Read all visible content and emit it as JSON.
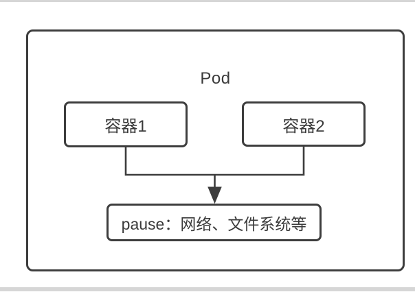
{
  "diagram": {
    "pod_label": "Pod",
    "nodes": {
      "container1": {
        "label": "容器1"
      },
      "container2": {
        "label": "容器2"
      },
      "pause": {
        "label": "pause：网络、文件系统等"
      }
    },
    "edges": [
      {
        "from": "container1",
        "to": "pause",
        "style": "elbow-arrow"
      },
      {
        "from": "container2",
        "to": "pause",
        "style": "elbow-arrow"
      }
    ],
    "colors": {
      "stroke": "#3d3d3d",
      "text": "#3a3a3a",
      "background": "#ffffff",
      "edge_strip": "#d6d6d6"
    }
  }
}
